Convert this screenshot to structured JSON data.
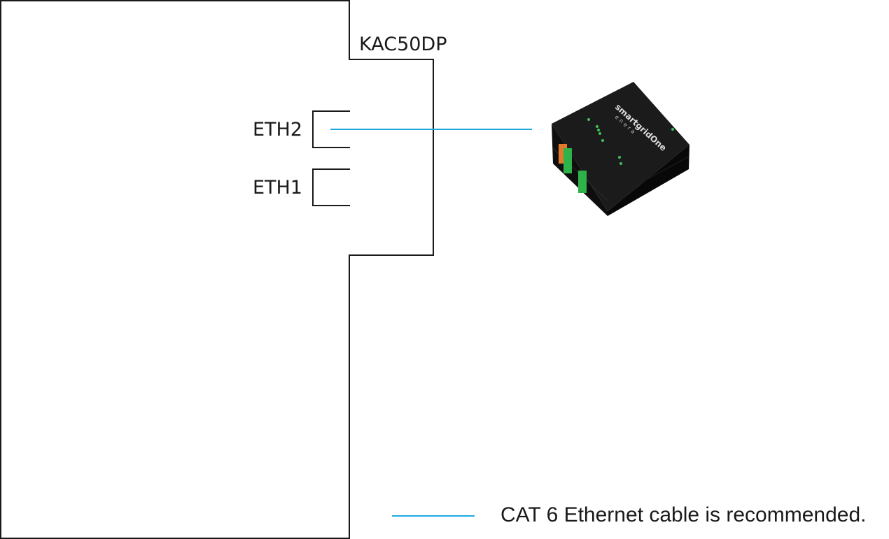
{
  "labels": {
    "controller": "KAC50DP",
    "eth2": "ETH2",
    "eth1": "ETH1"
  },
  "device": {
    "brand": "smartgridOne",
    "sub_brand": "enera"
  },
  "legend": {
    "text": "CAT 6 Ethernet cable is recommended."
  },
  "colors": {
    "cable": "#1fa9e1",
    "outline": "#1a1a1a",
    "device_body": "#151515",
    "terminal_green": "#2db34a",
    "terminal_orange": "#e07a2a"
  }
}
